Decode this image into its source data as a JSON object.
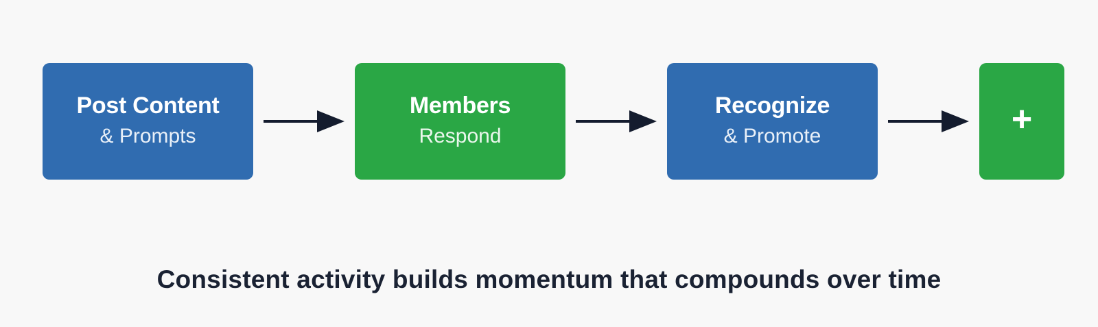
{
  "diagram": {
    "steps": [
      {
        "title": "Post Content",
        "subtitle": "& Prompts",
        "color": "#306cb0"
      },
      {
        "title": "Members",
        "subtitle": "Respond",
        "color": "#2aa745"
      },
      {
        "title": "Recognize",
        "subtitle": "& Promote",
        "color": "#306cb0"
      },
      {
        "title": "+",
        "color": "#2aa745"
      }
    ],
    "arrow_color": "#141c2e",
    "caption": "Consistent activity builds momentum that compounds over time"
  }
}
